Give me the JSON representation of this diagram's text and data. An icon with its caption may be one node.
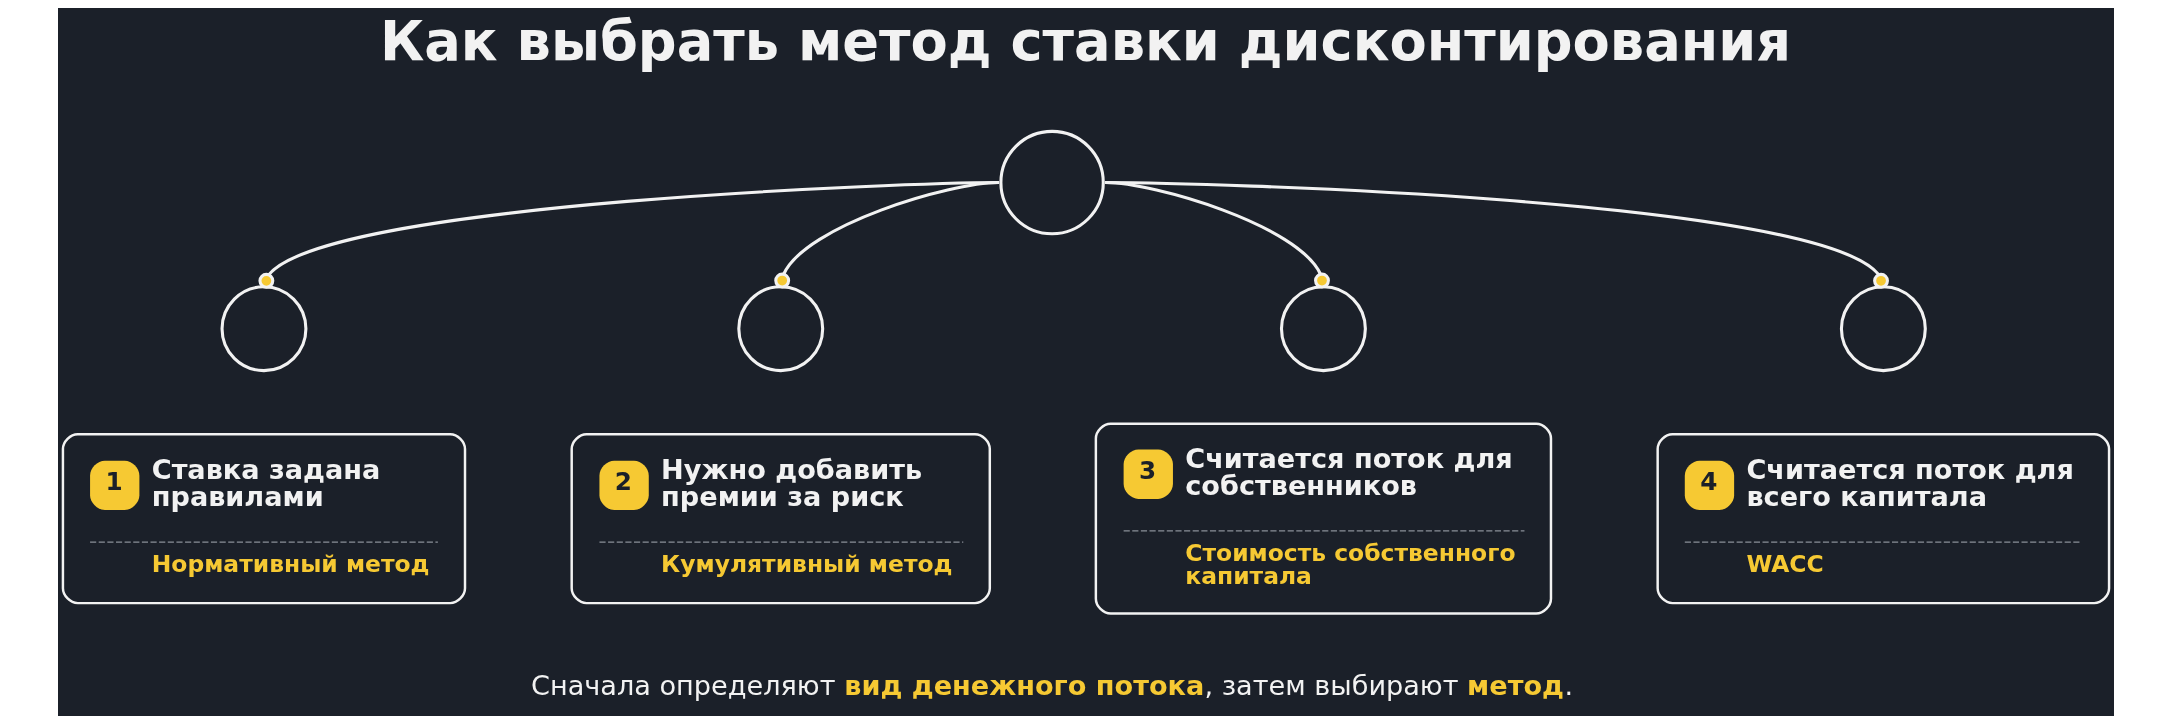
{
  "diagram": {
    "title": "Как выбрать метод ставки дисконтирования",
    "nodes": [
      {
        "text": [],
        "shape": "circle"
      },
      {
        "text": [],
        "shape": "circle"
      },
      {
        "text": [],
        "shape": "circle"
      },
      {
        "text": [],
        "shape": "circle"
      },
      {
        "text": [],
        "shape": "circle"
      },
      {
        "text": [
          "1",
          "Ставка задана правилами",
          "Нормативный метод"
        ]
      },
      {
        "text": [
          "2",
          "Нужно добавить премии за риск",
          "Кумулятивный метод"
        ]
      },
      {
        "text": [
          "3",
          "Считается поток для собственников",
          "Стоимость собственного капитала"
        ]
      },
      {
        "text": [
          "4",
          "Считается поток для всего капитала",
          "WACC"
        ]
      }
    ],
    "edges": [
      {
        "from": 0,
        "to": 1,
        "arrow": "other"
      },
      {
        "from": 0,
        "to": 2,
        "arrow": "other"
      },
      {
        "from": 0,
        "to": 3,
        "arrow": "other"
      },
      {
        "from": 0,
        "to": 4,
        "arrow": "other"
      }
    ],
    "labels": [
      "Сначала определяют **вид денежного потока**, затем выбирают **метод**."
    ]
  }
}
